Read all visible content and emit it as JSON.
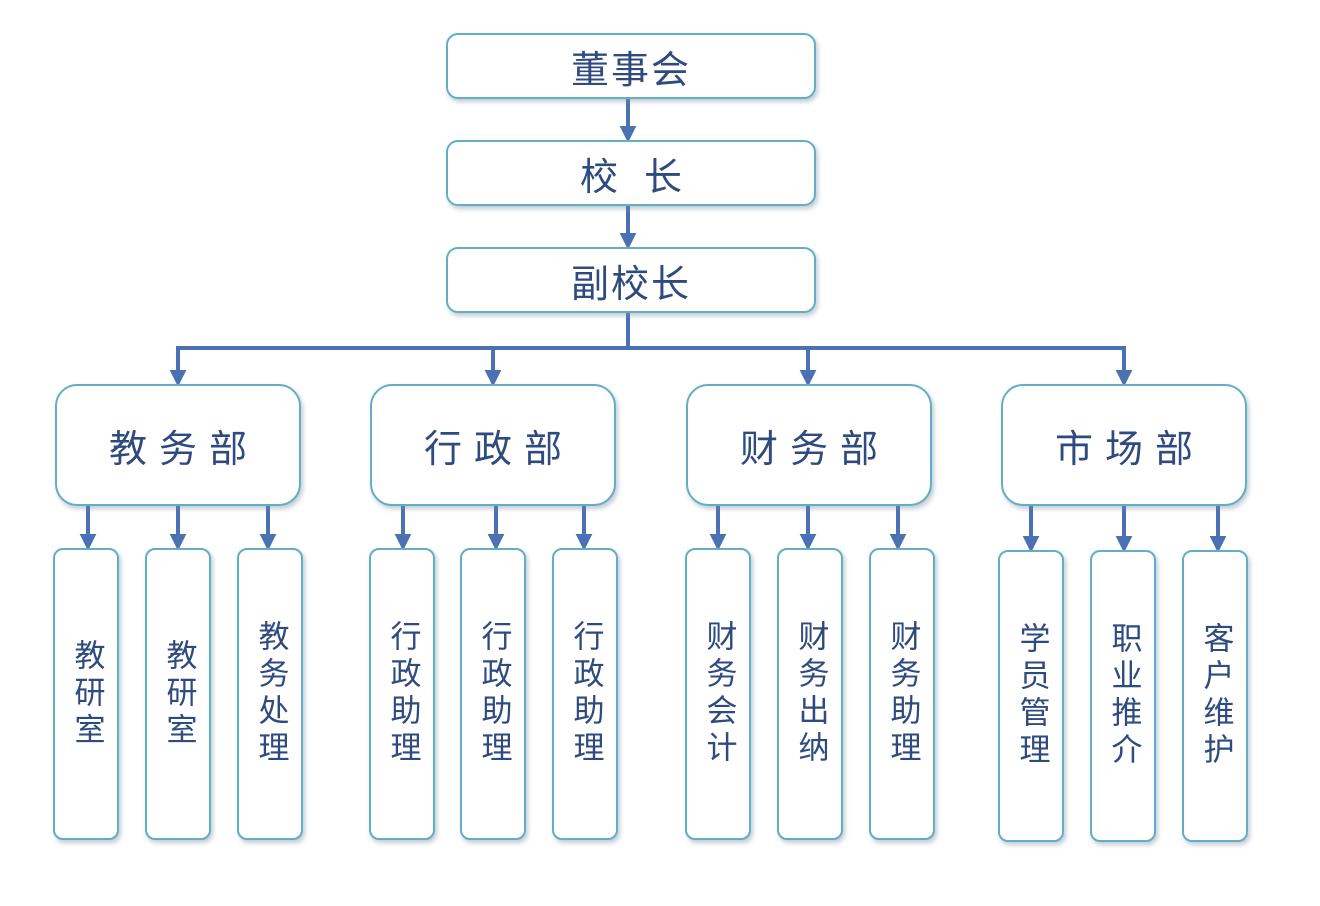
{
  "top": [
    {
      "label": "董事会"
    },
    {
      "label": "校长"
    },
    {
      "label": "副校长"
    }
  ],
  "departments": [
    {
      "label": "教务部",
      "units": [
        "教研室",
        "教研室",
        "教务处理"
      ]
    },
    {
      "label": "行政部",
      "units": [
        "行政助理",
        "行政助理",
        "行政助理"
      ]
    },
    {
      "label": "财务部",
      "units": [
        "财务会计",
        "财务出纳",
        "财务助理"
      ]
    },
    {
      "label": "市场部",
      "units": [
        "学员管理",
        "职业推介",
        "客户维护"
      ]
    }
  ],
  "colors": {
    "line": "#4a72b2",
    "border": "#63aec4",
    "text": "#2f4a7f"
  }
}
